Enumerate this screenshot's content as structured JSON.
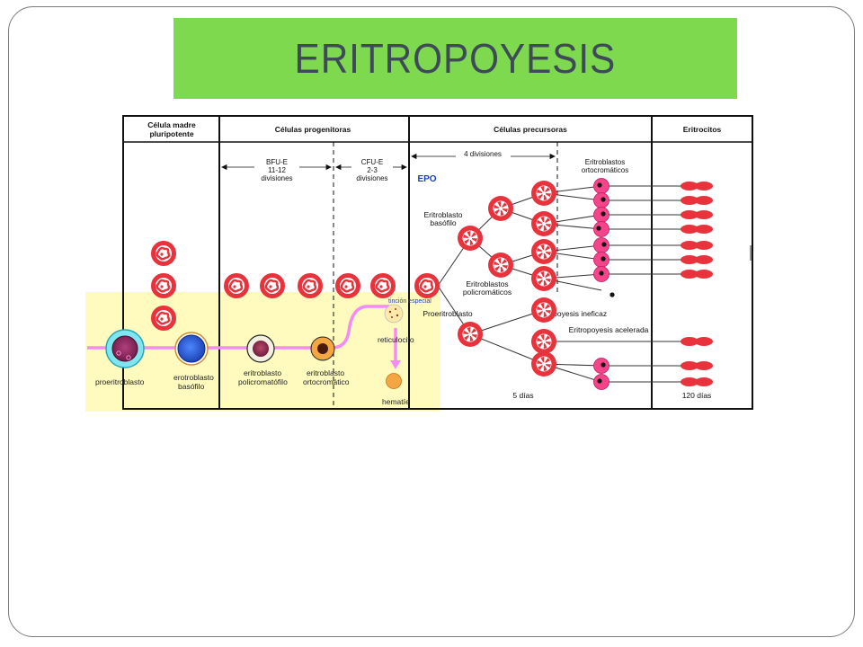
{
  "title": "ERITROPOYESIS",
  "colors": {
    "title_bg": "#7fd94e",
    "title_text": "#3e4a5a",
    "overlay": "#fffbbf",
    "pink_path": "#f48cf4",
    "cell_red": "#e8323c",
    "cell_pink": "#f5448a",
    "epo_blue": "#1a3fb0",
    "annotation_blue": "#2a3fb0"
  },
  "headers": {
    "madre": [
      "Célula madre",
      "pluripotente"
    ],
    "progenitoras": "Células progenitoras",
    "precursoras": "Células precursoras",
    "eritrocitos": "Eritrocitos"
  },
  "sub_headers": {
    "bfu": [
      "BFU-E",
      "11-12",
      "divisiones"
    ],
    "cfu": [
      "CFU-E",
      "2-3",
      "divisiones"
    ],
    "divisiones": "4 divisiones",
    "ortocromaticos": [
      "Eritroblastos",
      "ortocromáticos"
    ]
  },
  "labels": {
    "epo": "EPO",
    "basofilo": [
      "Eritroblasto",
      "basófilo"
    ],
    "policromaticos": [
      "Eritroblastos",
      "policromáticos"
    ],
    "proeritroblasto": "Proeritroblasto",
    "ineficaz": "Eritropoyesis ineficaz",
    "acelerada": "Eritropoyesis acelerada",
    "cinco_dias": "5 días",
    "ciento_veinte_dias": "120 días"
  },
  "overlay_labels": {
    "proeritroblasto": "proeritroblasto",
    "erotroblasto": [
      "erotroblasto",
      "basófilo"
    ],
    "policromatofilo": [
      "eritroblasto",
      "policromatófilo"
    ],
    "ortocromatico": [
      "eritroblasto",
      "ortocromático"
    ],
    "reticulocito": "reticulocito",
    "hematie": "hematíe",
    "tincion": "tinción especial"
  }
}
